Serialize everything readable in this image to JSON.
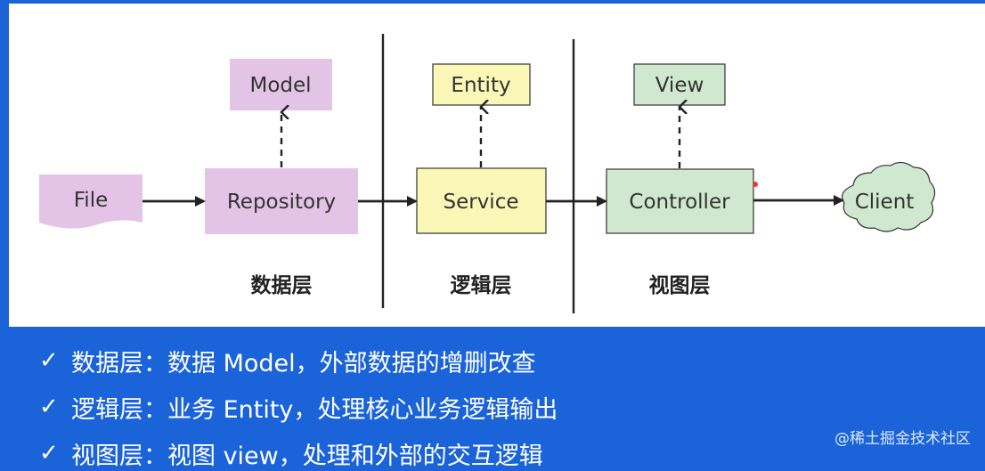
{
  "diagram": {
    "nodes": {
      "file": "File",
      "repository": "Repository",
      "model": "Model",
      "service": "Service",
      "entity": "Entity",
      "controller": "Controller",
      "view": "View",
      "client": "Client"
    },
    "layers": {
      "data": "数据层",
      "logic": "逻辑层",
      "view": "视图层"
    },
    "colors": {
      "data_layer": "#e4c4e6",
      "logic_layer": "#fbf7b7",
      "view_layer": "#cfe8cf",
      "client": "#cfe8cf"
    }
  },
  "bullets": [
    {
      "check": "✓",
      "text": "数据层：数据 Model，外部数据的增删改查"
    },
    {
      "check": "✓",
      "text": "逻辑层：业务 Entity，处理核心业务逻辑输出"
    },
    {
      "check": "✓",
      "text": "视图层：视图 view，处理和外部的交互逻辑"
    }
  ],
  "watermark": "@稀土掘金技术社区"
}
